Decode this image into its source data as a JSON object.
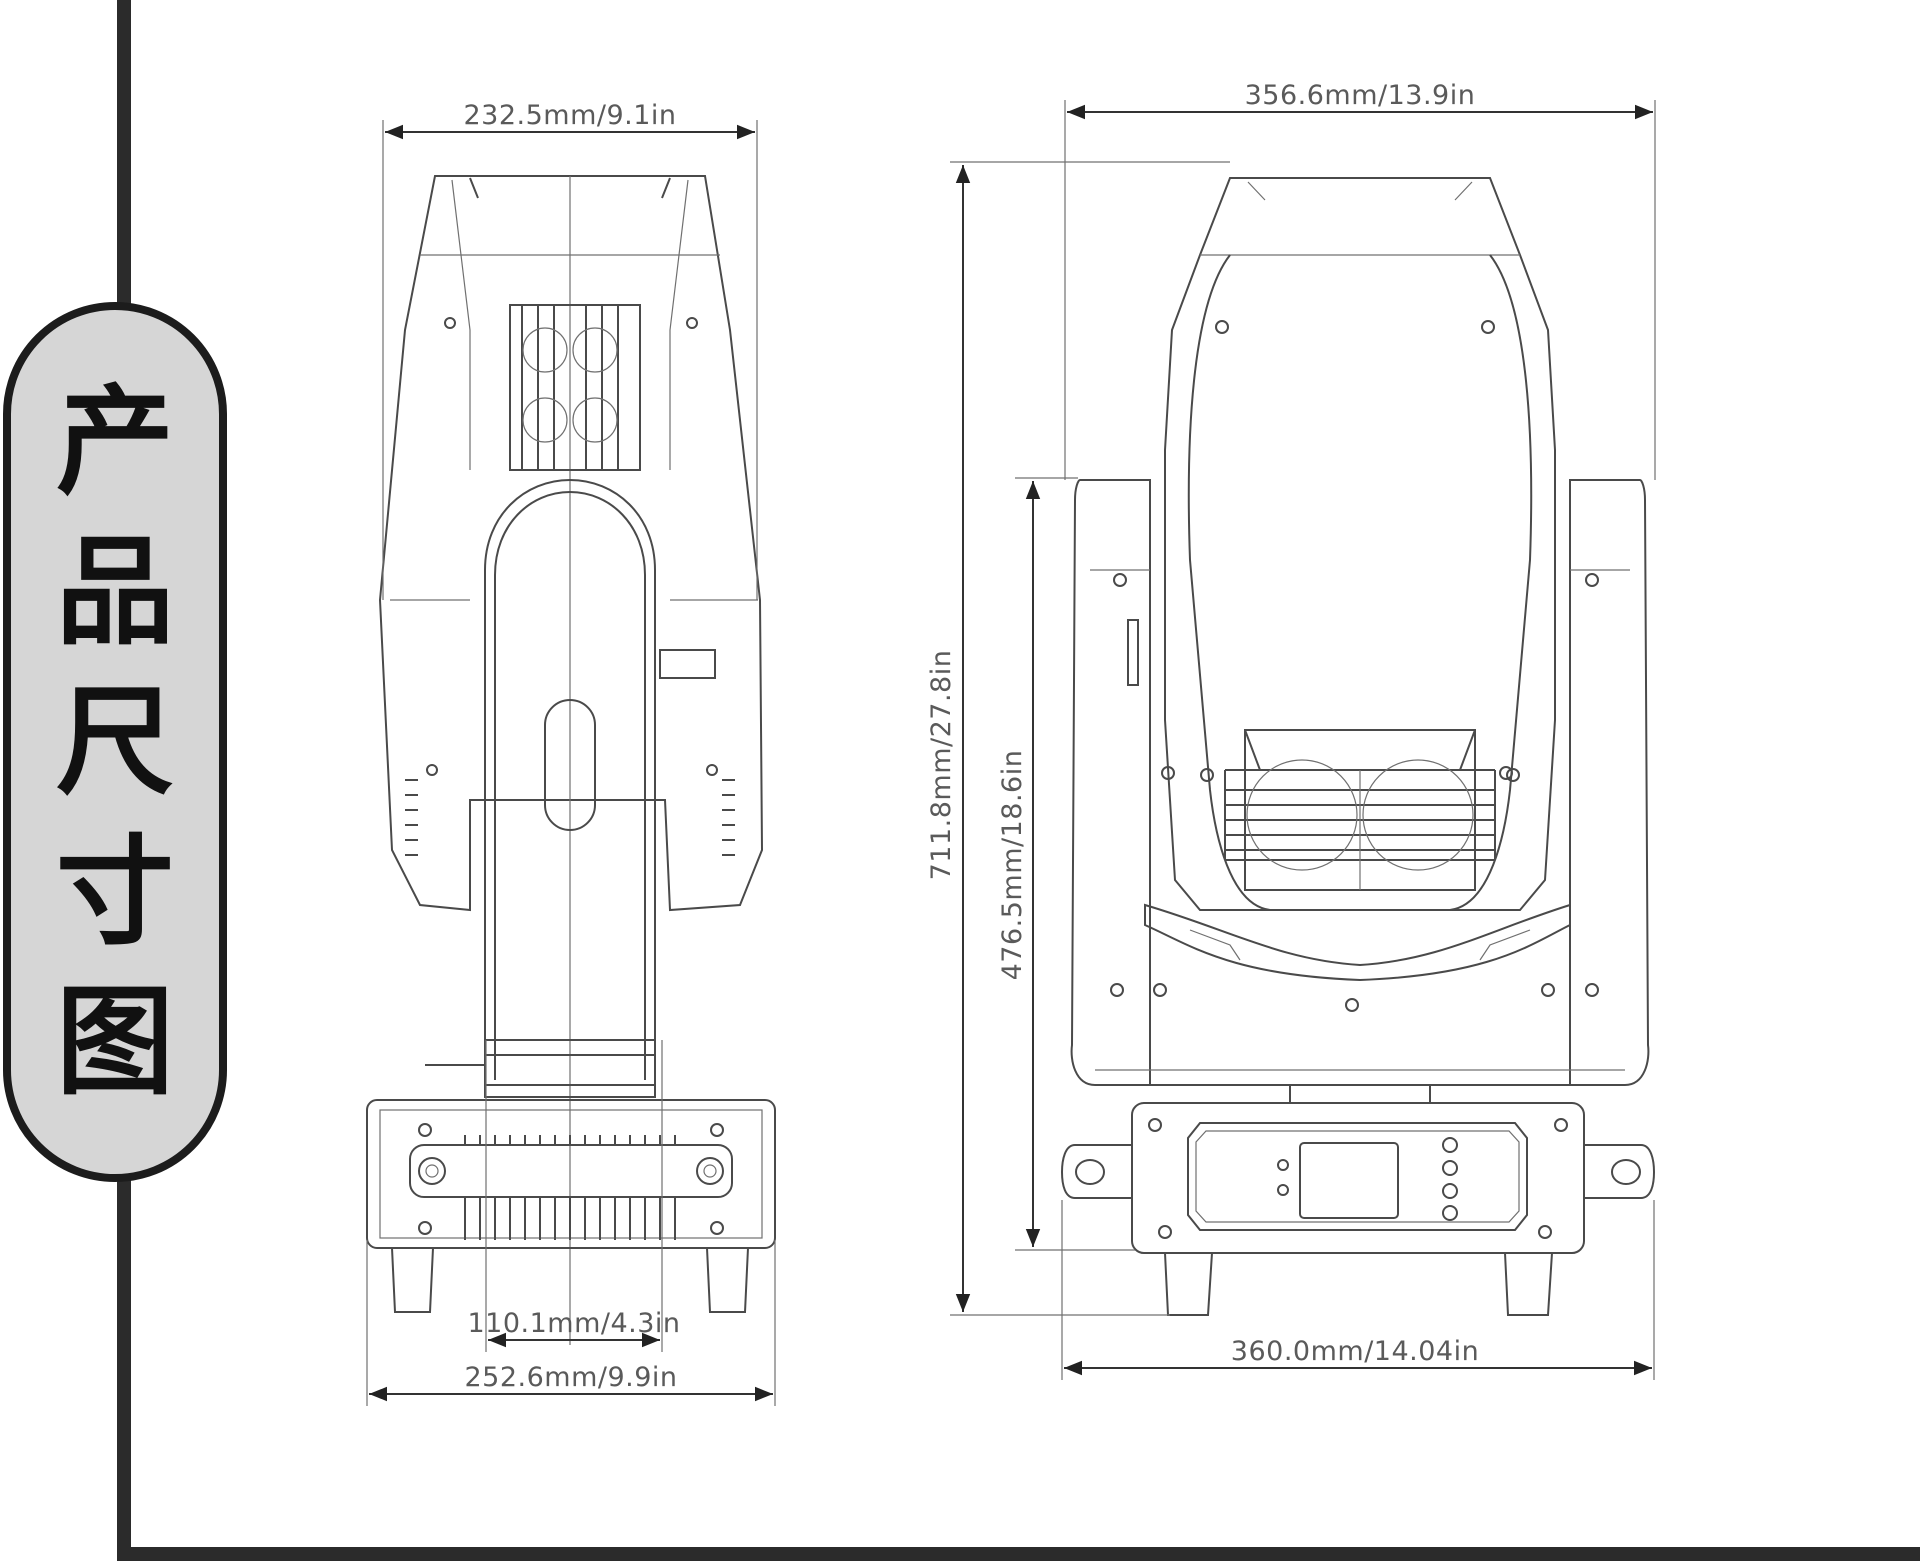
{
  "title_label": "产品尺寸图",
  "title_chars": [
    "产",
    "品",
    "尺",
    "寸",
    "图"
  ],
  "side_view": {
    "top_width": "232.5mm/9.1in",
    "inner_width": "110.1mm/4.3in",
    "base_width": "252.6mm/9.9in"
  },
  "front_view": {
    "top_width": "356.6mm/13.9in",
    "total_height": "711.8mm/27.8in",
    "base_height": "476.5mm/18.6in",
    "base_width": "360.0mm/14.04in"
  },
  "colors": {
    "frame": "#2b2b2b",
    "tab_fill": "#d6d6d6",
    "line": "#4a4a4a"
  }
}
